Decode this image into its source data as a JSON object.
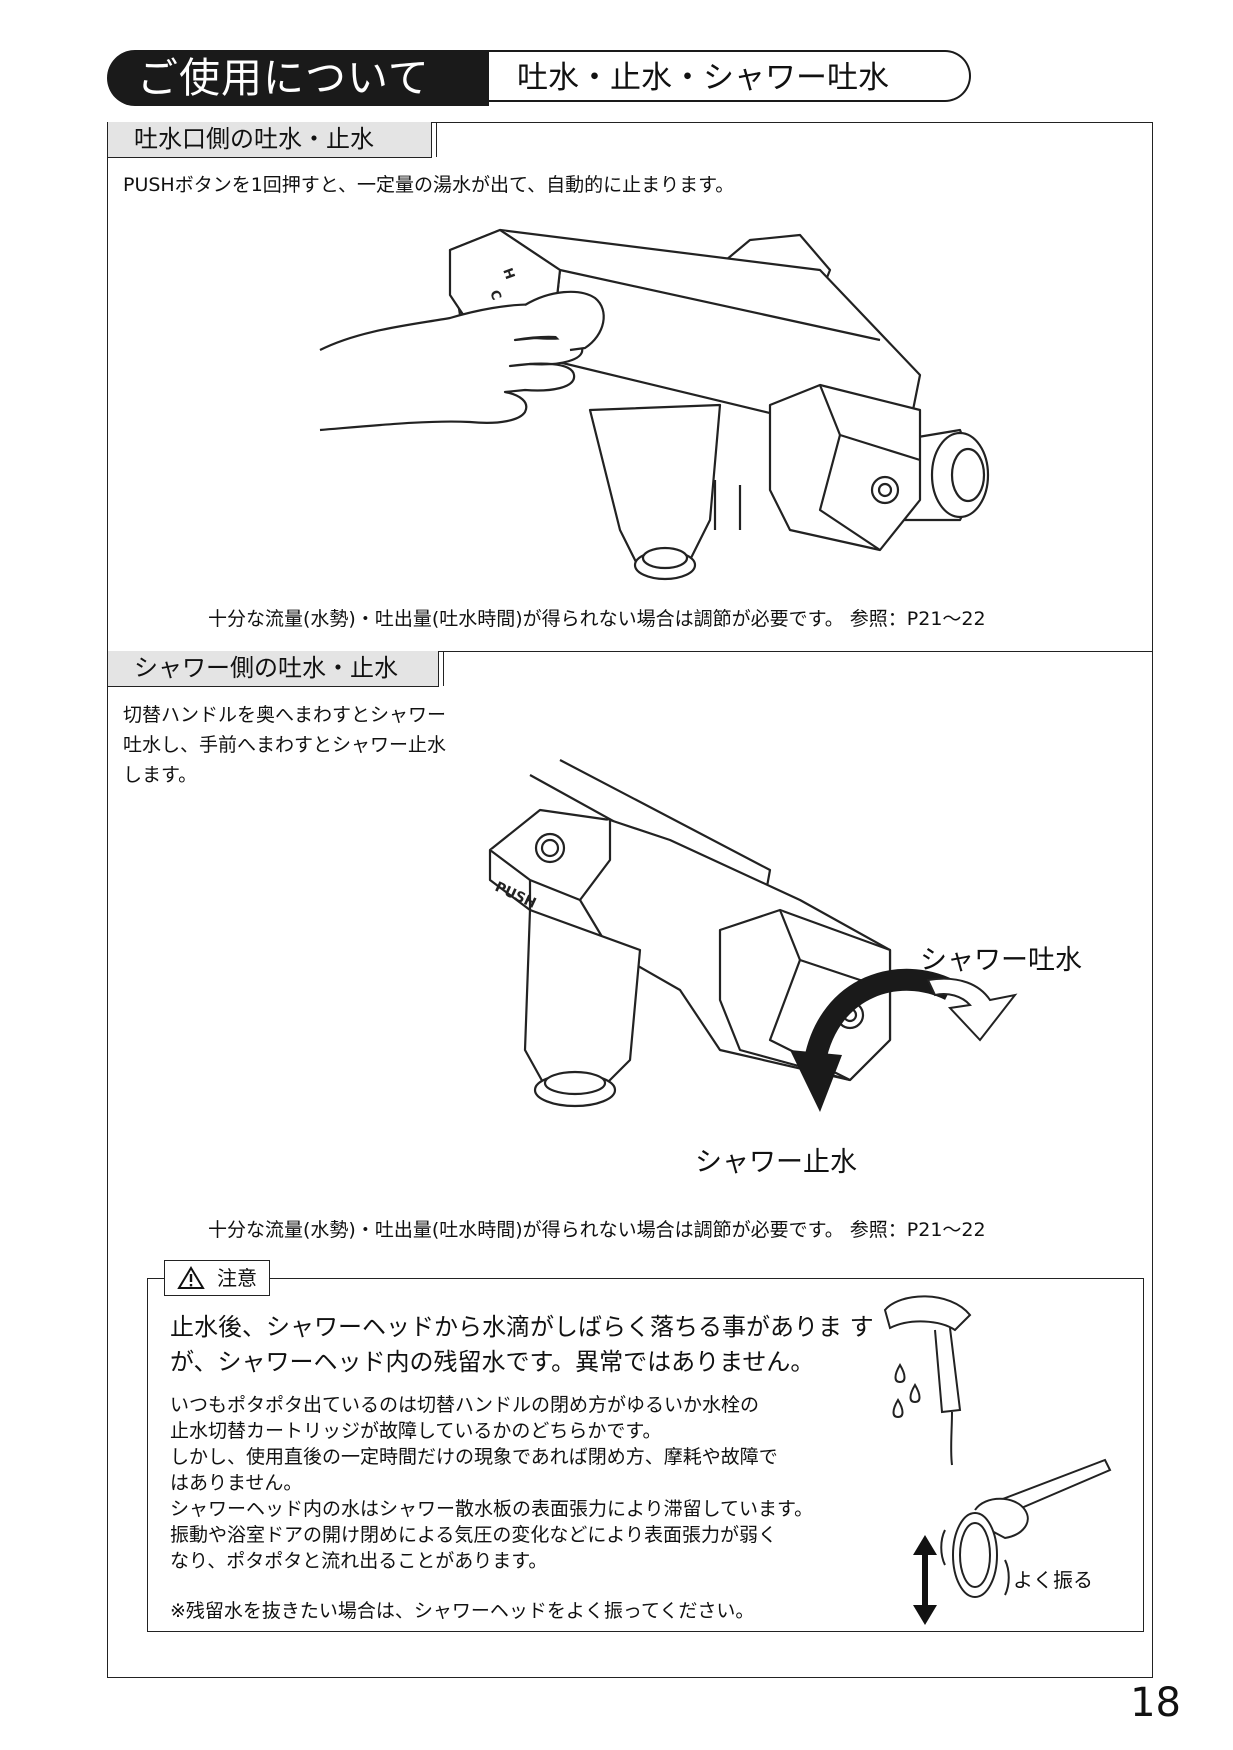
{
  "header": {
    "title": "ご使用について",
    "subtitle": "吐水・止水・シャワー吐水"
  },
  "section1": {
    "heading": "吐水口側の吐水・止水",
    "body": "PUSHボタンを1回押すと、一定量の湯水が出て、自動的に止まります。",
    "note": "十分な流量(水勢)・吐出量(吐水時間)が得られない場合は調節が必要です。 参照：P21～22",
    "figure_labels": {
      "hot": "H",
      "cold": "C"
    }
  },
  "section2": {
    "heading": "シャワー側の吐水・止水",
    "body_lines": [
      "切替ハンドルを奥へまわすとシャワー",
      "吐水し、手前へまわすとシャワー止水",
      "します。"
    ],
    "push_label": "PUSH",
    "label_on": "シャワー吐水",
    "label_off": "シャワー止水",
    "note": "十分な流量(水勢)・吐出量(吐水時間)が得られない場合は調節が必要です。 参照：P21～22"
  },
  "caution": {
    "heading": "注意",
    "lead_lines": [
      "止水後、シャワーヘッドから水滴がしばらく落ちる事がありま す",
      "が、シャワーヘッド内の残留水です。異常ではありません。"
    ],
    "body_lines": [
      "いつもポタポタ出ているのは切替ハンドルの閉め方がゆるいか水栓の",
      "止水切替カートリッジが故障しているかのどちらかです。",
      "しかし、使用直後の一定時間だけの現象であれば閉め方、摩耗や故障で",
      "はありません。",
      "シャワーヘッド内の水はシャワー散水板の表面張力により滞留しています。",
      "振動や浴室ドアの開け閉めによる気圧の変化などにより表面張力が弱く",
      "なり、ポタポタと流れ出ることがあります。"
    ],
    "footnote": "※残留水を抜きたい場合は、シャワーヘッドをよく振ってください。",
    "shake_label": "よく振る"
  },
  "page_number": "18"
}
